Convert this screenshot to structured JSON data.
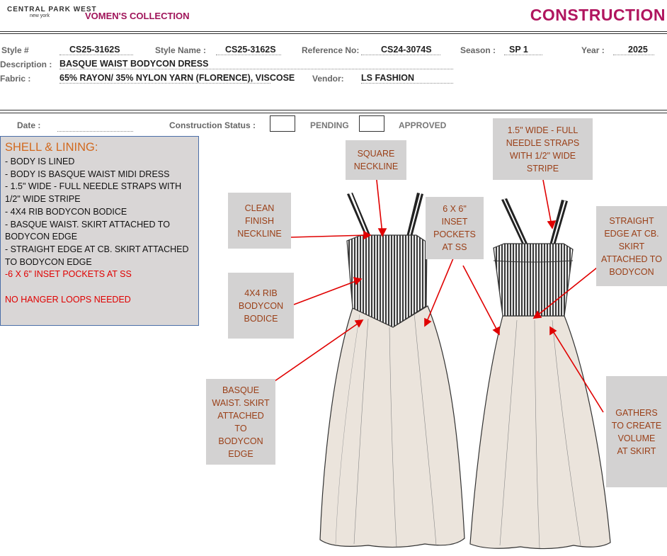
{
  "header": {
    "brand_name": "CENTRAL PARK WEST",
    "brand_location": "new york",
    "collection": "VOMEN'S COLLECTION",
    "page_title": "CONSTRUCTION"
  },
  "style_info": {
    "style_no_label": "Style #",
    "style_no": "CS25-3162S",
    "style_name_label": "Style Name :",
    "style_name": "CS25-3162S",
    "reference_label": "Reference No:",
    "reference": "CS24-3074S",
    "season_label": "Season :",
    "season": "SP 1",
    "year_label": "Year :",
    "year": "2025",
    "description_label": "Description :",
    "description": "BASQUE WAIST BODYCON DRESS",
    "fabric_label": "Fabric :",
    "fabric": "65% RAYON/ 35% NYLON YARN (FLORENCE), VISCOSE",
    "vendor_label": "Vendor:",
    "vendor": "LS FASHION"
  },
  "status": {
    "date_label": "Date :",
    "date": "",
    "construction_status_label": "Construction Status :",
    "pending_label": "PENDING",
    "approved_label": "APPROVED"
  },
  "shell": {
    "title": "SHELL & LINING:",
    "lines": [
      "- BODY IS LINED",
      "- BODY IS BASQUE WAIST MIDI DRESS",
      "- 1.5\" WIDE - FULL NEEDLE STRAPS WITH",
      "1/2\" WIDE STRIPE",
      "- 4X4 RIB BODYCON BODICE",
      "- BASQUE WAIST. SKIRT ATTACHED TO",
      "BODYCON EDGE",
      "- STRAIGHT EDGE AT CB. SKIRT ATTACHED",
      "TO BODYCON EDGE"
    ],
    "pockets_note": "-6 X 6\" INSET POCKETS AT SS",
    "hanger_note": "NO HANGER LOOPS NEEDED",
    "note_color": "#e00000"
  },
  "callouts": {
    "square_neckline": "SQUARE\nNECKLINE",
    "clean_finish": "CLEAN\nFINISH\nNECKLINE",
    "inset_pockets": "6 X 6\"\nINSET\nPOCKETS\nAT SS",
    "straps": "1.5\" WIDE - FULL\nNEEDLE STRAPS\nWITH 1/2\" WIDE\nSTRIPE",
    "straight_edge": "STRAIGHT\nEDGE AT CB.\nSKIRT\nATTACHED TO\nBODYCON",
    "rib_bodice": "4X4 RIB\nBODYCON\nBODICE",
    "basque_waist": "BASQUE\nWAIST. SKIRT\nATTACHED\nTO\nBODYCON\nEDGE",
    "gathers": "GATHERS\nTO CREATE\nVOLUME\nAT SKIRT"
  },
  "colors": {
    "title": "#b0155e",
    "callout_text": "#9a3f17",
    "callout_bg": "#d3d2d2",
    "skirt": "#ebe4dc",
    "arrow": "#e00000"
  }
}
